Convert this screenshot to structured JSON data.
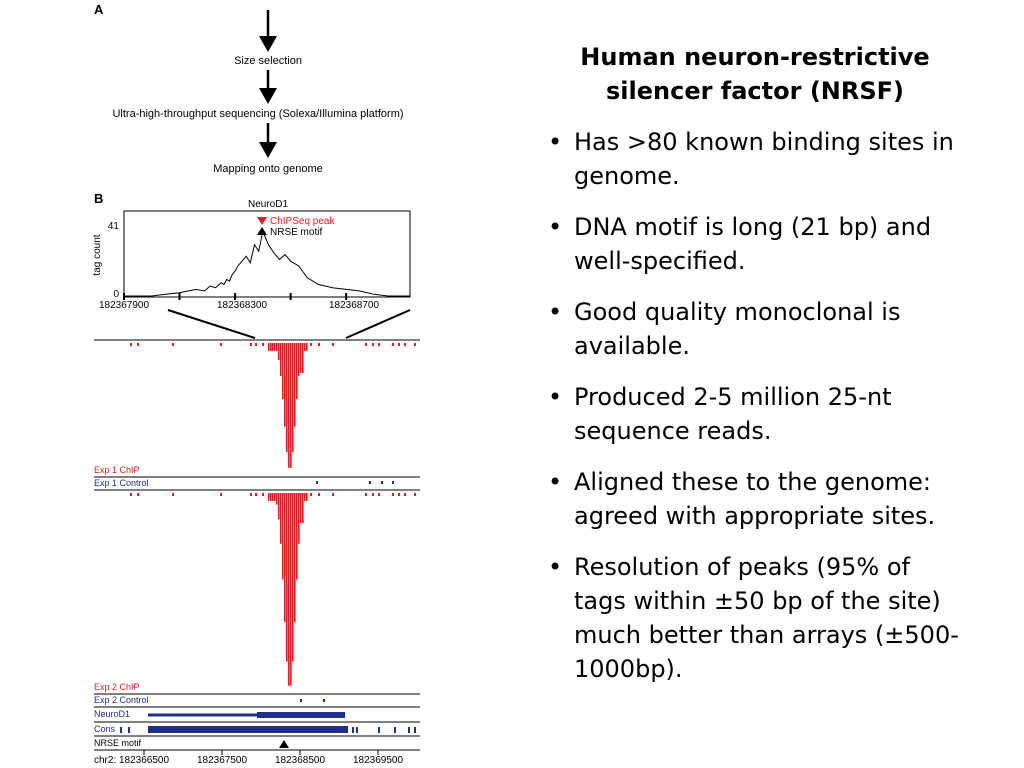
{
  "figure": {
    "panel_a": {
      "letter": "A",
      "steps": [
        "Size selection",
        "Ultra-high-throughput sequencing (Solexa/Illumina platform)",
        "Mapping onto genome"
      ]
    },
    "panel_b": {
      "letter": "B",
      "chart_data": {
        "type": "line",
        "title": "NeuroD1",
        "ylabel": "tag count",
        "xlabel": "",
        "ylim": [
          0,
          41
        ],
        "yticks": [
          "41",
          "0"
        ],
        "xlim": [
          182367900,
          182368930
        ],
        "xticks": [
          "182367900",
          "182368300",
          "182368700"
        ],
        "legend": [
          "ChIPSeq peak",
          "NRSE motif"
        ],
        "series": [
          {
            "x": [
              182367900,
              182367950,
              182368000,
              182368050,
              182368100,
              182368130,
              182368160,
              182368190,
              182368210,
              182368230,
              182368250,
              182368260,
              182368270,
              182368280,
              182368290,
              182368300,
              182368310,
              182368325,
              182368340,
              182368355,
              182368370,
              182368385,
              182368400,
              182368420,
              182368440,
              182368460,
              182368480,
              182368500,
              182368530,
              182368560,
              182368600,
              182368650,
              182368700,
              182368750,
              182368800,
              182368850,
              182368930
            ],
            "y": [
              0,
              0,
              0,
              1,
              2,
              3,
              4,
              3,
              6,
              5,
              8,
              7,
              10,
              9,
              13,
              15,
              18,
              21,
              24,
              20,
              31,
              27,
              39,
              31,
              26,
              22,
              25,
              21,
              18,
              11,
              7,
              5,
              4,
              3,
              1,
              0,
              0
            ]
          }
        ]
      }
    },
    "genome_view": {
      "tracks": [
        "Exp 1 ChIP",
        "Exp 1 Control",
        "Exp 2 ChIP",
        "Exp 2 Control",
        "NeuroD1",
        "Cons",
        "NRSE motif"
      ],
      "chr_label": "chr2:",
      "chr_ticks": [
        "182366500",
        "182367500",
        "182368500",
        "182369500"
      ]
    }
  },
  "slide": {
    "title": "Human neuron-restrictive silencer factor (NRSF)",
    "bullet_symbol": "•",
    "bullets": [
      "Has >80 known binding sites in genome.",
      "DNA motif is long (21 bp) and well-specified.",
      "Good quality monoclonal is available.",
      "Produced 2-5 million 25-nt sequence reads.",
      "Aligned these to the genome:  agreed with appropriate sites.",
      "Resolution of peaks (95% of tags within ±50 bp of the site) much better than arrays (±500-1000bp)."
    ]
  },
  "colors": {
    "chip": "#e0201f",
    "control": "#1f2f8a",
    "line": "#000000"
  }
}
